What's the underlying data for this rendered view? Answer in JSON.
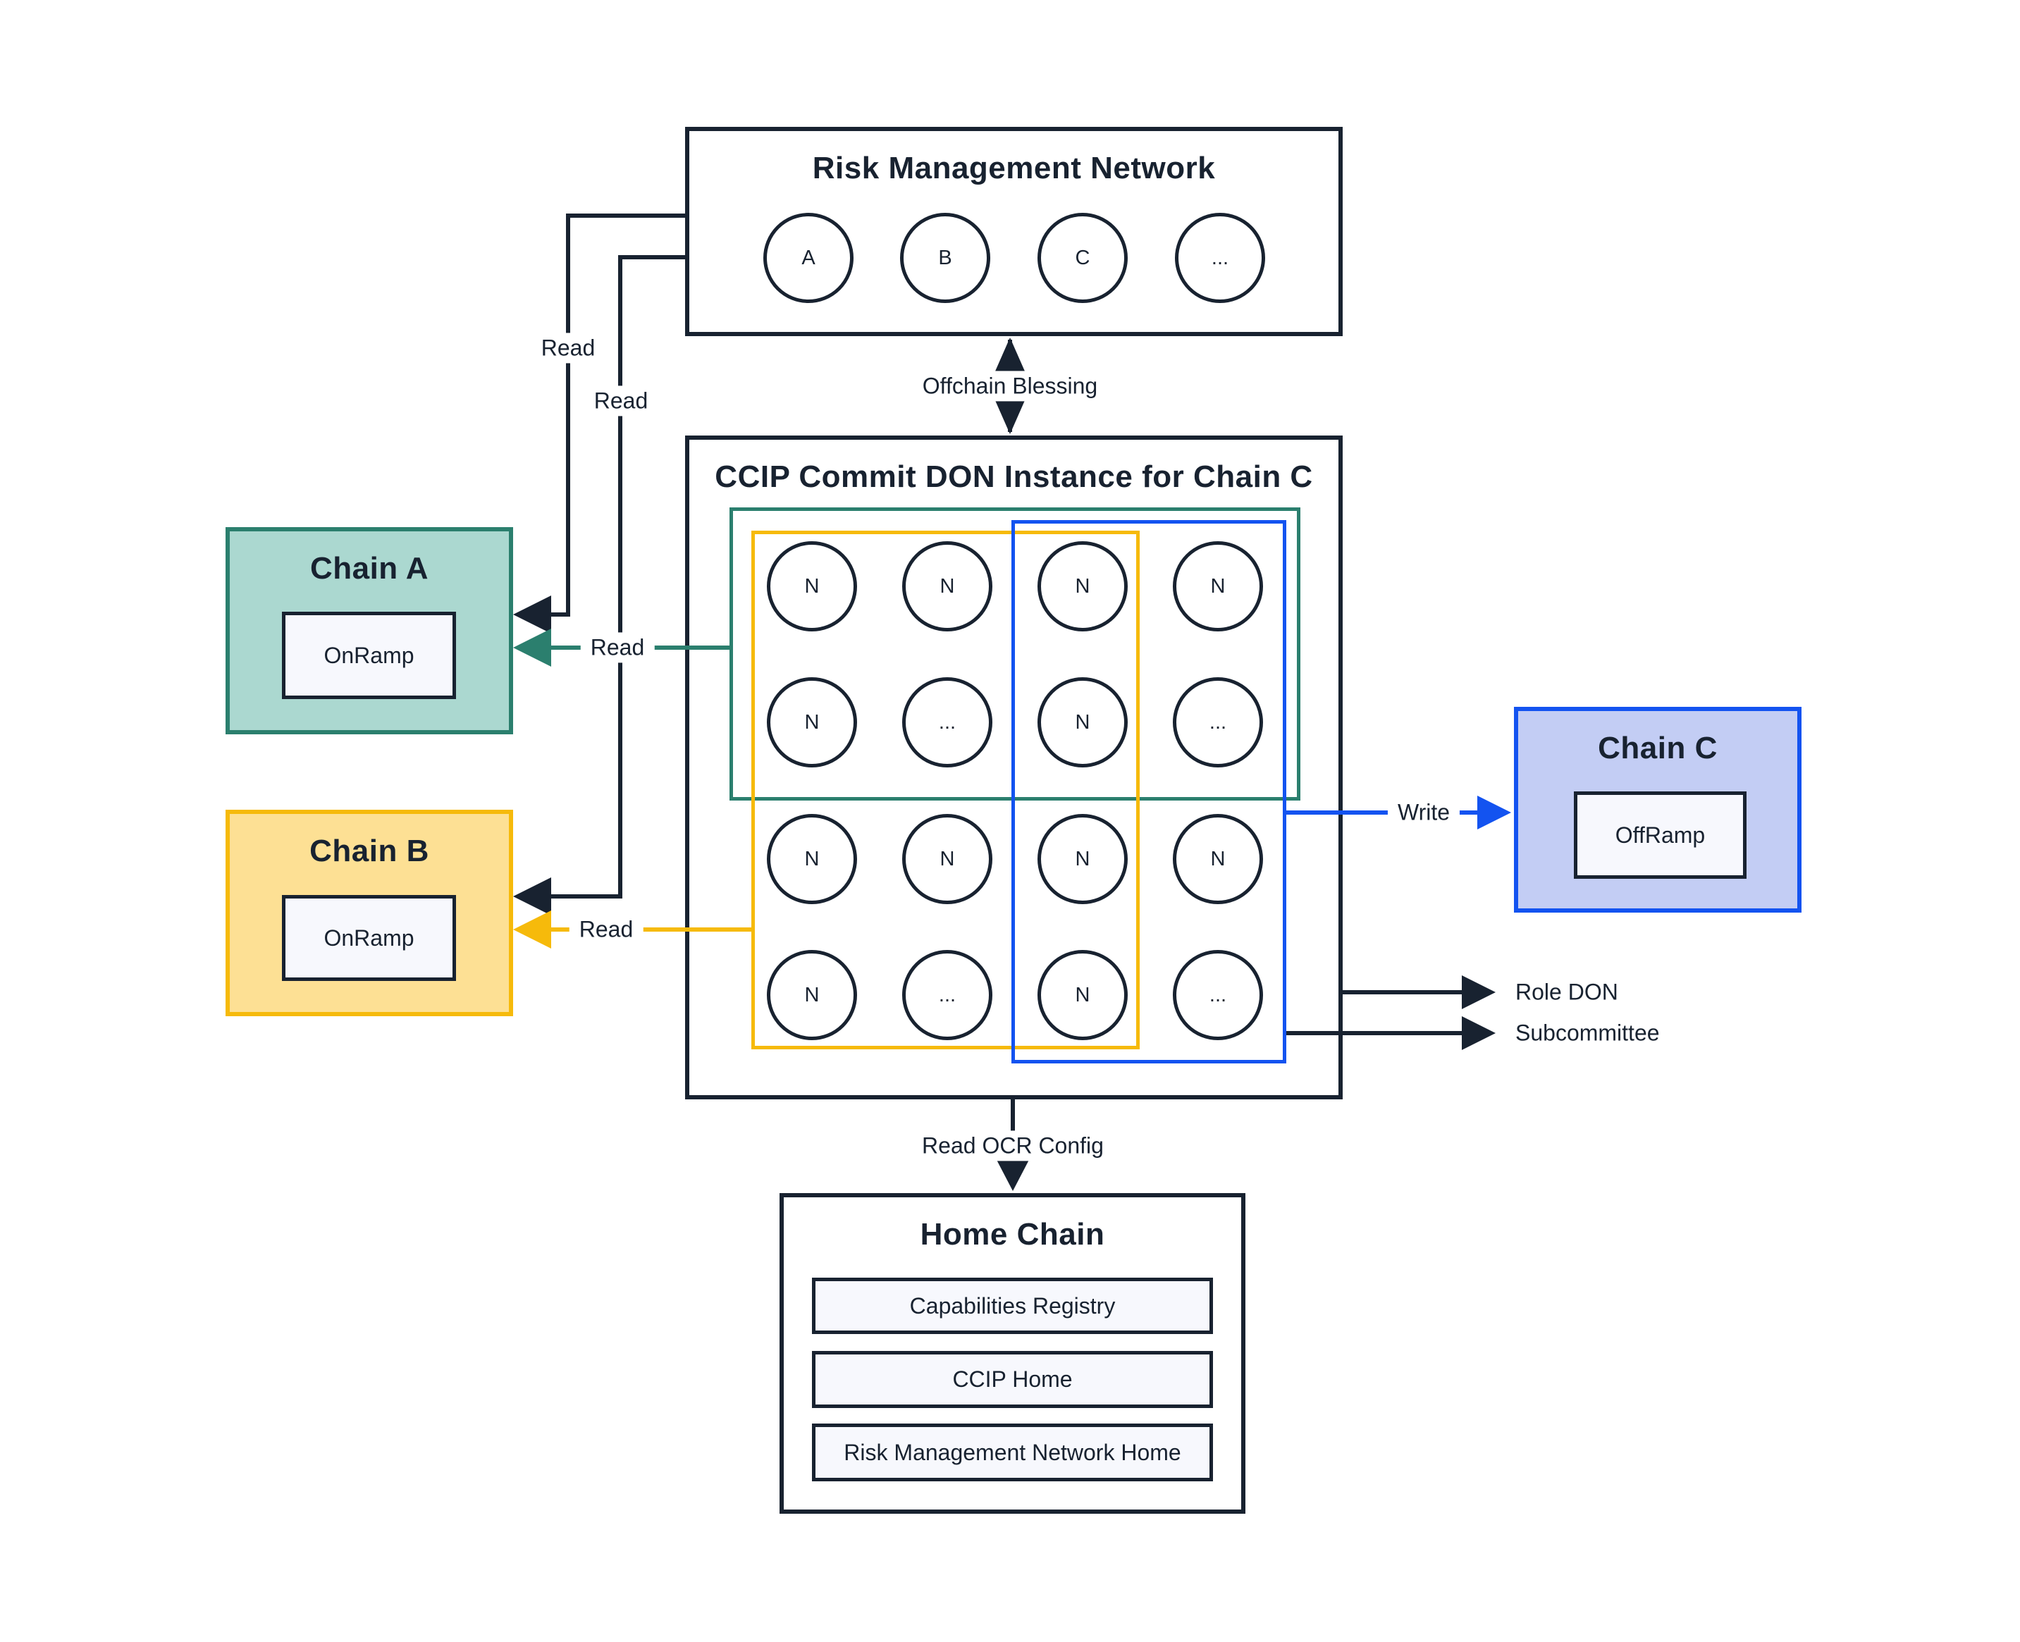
{
  "colors": {
    "ink_navy": "#182230",
    "teal_border": "#2b7f6e",
    "teal_fill": "#abd8d0",
    "yellow_border": "#f6ba0b",
    "yellow_fill": "#fde094",
    "blue_border": "#1353f0",
    "blue_fill": "#c3cdf4",
    "contract_fill": "#f7f8fd",
    "background": "#ffffff"
  },
  "risk_management_network": {
    "title": "Risk Management Network",
    "nodes": [
      "A",
      "B",
      "C",
      "..."
    ]
  },
  "commit_don": {
    "title": "CCIP Commit DON Instance for Chain C",
    "grid": [
      [
        "N",
        "N",
        "N",
        "N"
      ],
      [
        "N",
        "...",
        "N",
        "..."
      ],
      [
        "N",
        "N",
        "N",
        "N"
      ],
      [
        "N",
        "...",
        "N",
        "..."
      ]
    ]
  },
  "chain_a": {
    "title": "Chain A",
    "contract": "OnRamp"
  },
  "chain_b": {
    "title": "Chain B",
    "contract": "OnRamp"
  },
  "chain_c": {
    "title": "Chain C",
    "contract": "OffRamp"
  },
  "home_chain": {
    "title": "Home Chain",
    "contracts": [
      "Capabilities Registry",
      "CCIP Home",
      "Risk Management Network Home"
    ]
  },
  "labels": {
    "read_rmn_to_a": "Read",
    "read_rmn_to_b": "Read",
    "read_don_to_a": "Read",
    "read_don_to_b": "Read",
    "offchain_blessing": "Offchain Blessing",
    "write": "Write",
    "role_don": "Role DON",
    "subcommittee": "Subcommittee",
    "read_ocr_config": "Read OCR Config"
  }
}
